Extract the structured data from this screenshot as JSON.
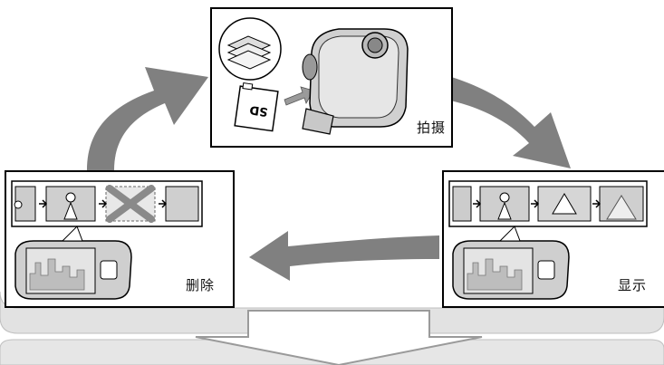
{
  "steps": {
    "shoot": {
      "label": "拍摄"
    },
    "display": {
      "label": "显示"
    },
    "delete": {
      "label": "删除"
    }
  },
  "icons": {
    "shoot": [
      "photo-stack-icon",
      "memory-card-icon",
      "insert-arrow-icon",
      "camera-icon"
    ],
    "display": [
      "film-strip-icon",
      "camera-screen-icon"
    ],
    "delete": [
      "film-strip-icon",
      "delete-x-icon",
      "camera-screen-icon"
    ]
  },
  "colors": {
    "arrow": "#808080",
    "panel_border": "#000000",
    "band": "#d8d8d8"
  }
}
